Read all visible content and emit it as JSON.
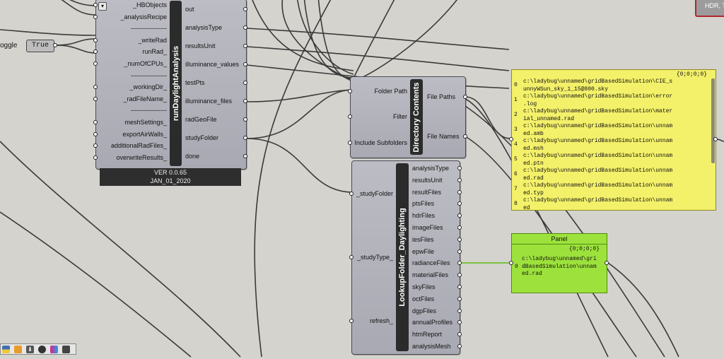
{
  "canvas": {
    "background": "#d4d3ce"
  },
  "run_component": {
    "nickname": "runDaylightAnalysis",
    "inputs": [
      "_HBObjects",
      "_analysisRecipe",
      "-----------------",
      "_writeRad",
      "runRad_",
      "_numOfCPUs_",
      "-----------------",
      "_workingDir_",
      "_radFileName_",
      "-----------------",
      "meshSettings_",
      "exportAirWalls_",
      "additionalRadFiles_",
      "overwriteResults_"
    ],
    "outputs": [
      "out",
      "analysisType",
      "resultsUnit",
      "illuminance_values",
      "testPts",
      "illuminance_files",
      "radGeoFile",
      "studyFolder",
      "done"
    ],
    "version": "VER 0.0.65",
    "date": "JAN_01_2020"
  },
  "toggle": {
    "label": "oggle",
    "value": "True"
  },
  "dir_component": {
    "nickname": "Directory Contents",
    "inputs": [
      "Folder Path",
      "Filter",
      "Include Subfolders"
    ],
    "outputs": [
      "File Paths",
      "File Names"
    ]
  },
  "lookup_component": {
    "nickname": "LookupFolder_Daylighting",
    "inputs": [
      "_studyFolder",
      "_studyType_",
      "refresh_"
    ],
    "outputs": [
      "analysisType",
      "resultsUnit",
      "resultFiles",
      "ptsFiles",
      "hdrFiles",
      "imageFiles",
      "iesFiles",
      "epwFile",
      "radianceFiles",
      "materialFiles",
      "skyFiles",
      "octFiles",
      "dgpFiles",
      "annualProfiles",
      "htmReport",
      "analysisMesh"
    ]
  },
  "yellow_panel": {
    "path": "{0;0;0;0}",
    "color": "#f3f06a",
    "items": [
      {
        "index": "0",
        "text": "c:\\ladybug\\unnamed\\gridBasedSimulation\\CIE_sunnyWSun_sky_1_15@800.sky"
      },
      {
        "index": "1",
        "text": "c:\\ladybug\\unnamed\\gridBasedSimulation\\error.log"
      },
      {
        "index": "2",
        "text": "c:\\ladybug\\unnamed\\gridBasedSimulation\\material_unnamed.rad"
      },
      {
        "index": "3",
        "text": "c:\\ladybug\\unnamed\\gridBasedSimulation\\unnamed.amb"
      },
      {
        "index": "4",
        "text": "c:\\ladybug\\unnamed\\gridBasedSimulation\\unnamed.msh"
      },
      {
        "index": "5",
        "text": "c:\\ladybug\\unnamed\\gridBasedSimulation\\unnamed.ptn"
      },
      {
        "index": "6",
        "text": "c:\\ladybug\\unnamed\\gridBasedSimulation\\unnamed.rad"
      },
      {
        "index": "7",
        "text": "c:\\ladybug\\unnamed\\gridBasedSimulation\\unnamed.typ"
      },
      {
        "index": "8",
        "text": "c:\\ladybug\\unnamed\\gridBasedSimulation\\unnamed"
      }
    ]
  },
  "green_panel": {
    "title": "Panel",
    "path": "{0;0;0;0}",
    "color": "#9de23c",
    "index": "0",
    "text": "c:\\ladybug\\unnamed\\gridBasedSimulation\\unnamed.rad"
  },
  "corner_button": {
    "label": "HDR, T"
  },
  "dock": {
    "icons": [
      "python-icon",
      "grasshopper-icon",
      "download-icon",
      "settings-icon",
      "palette-icon",
      "phone-icon"
    ]
  }
}
